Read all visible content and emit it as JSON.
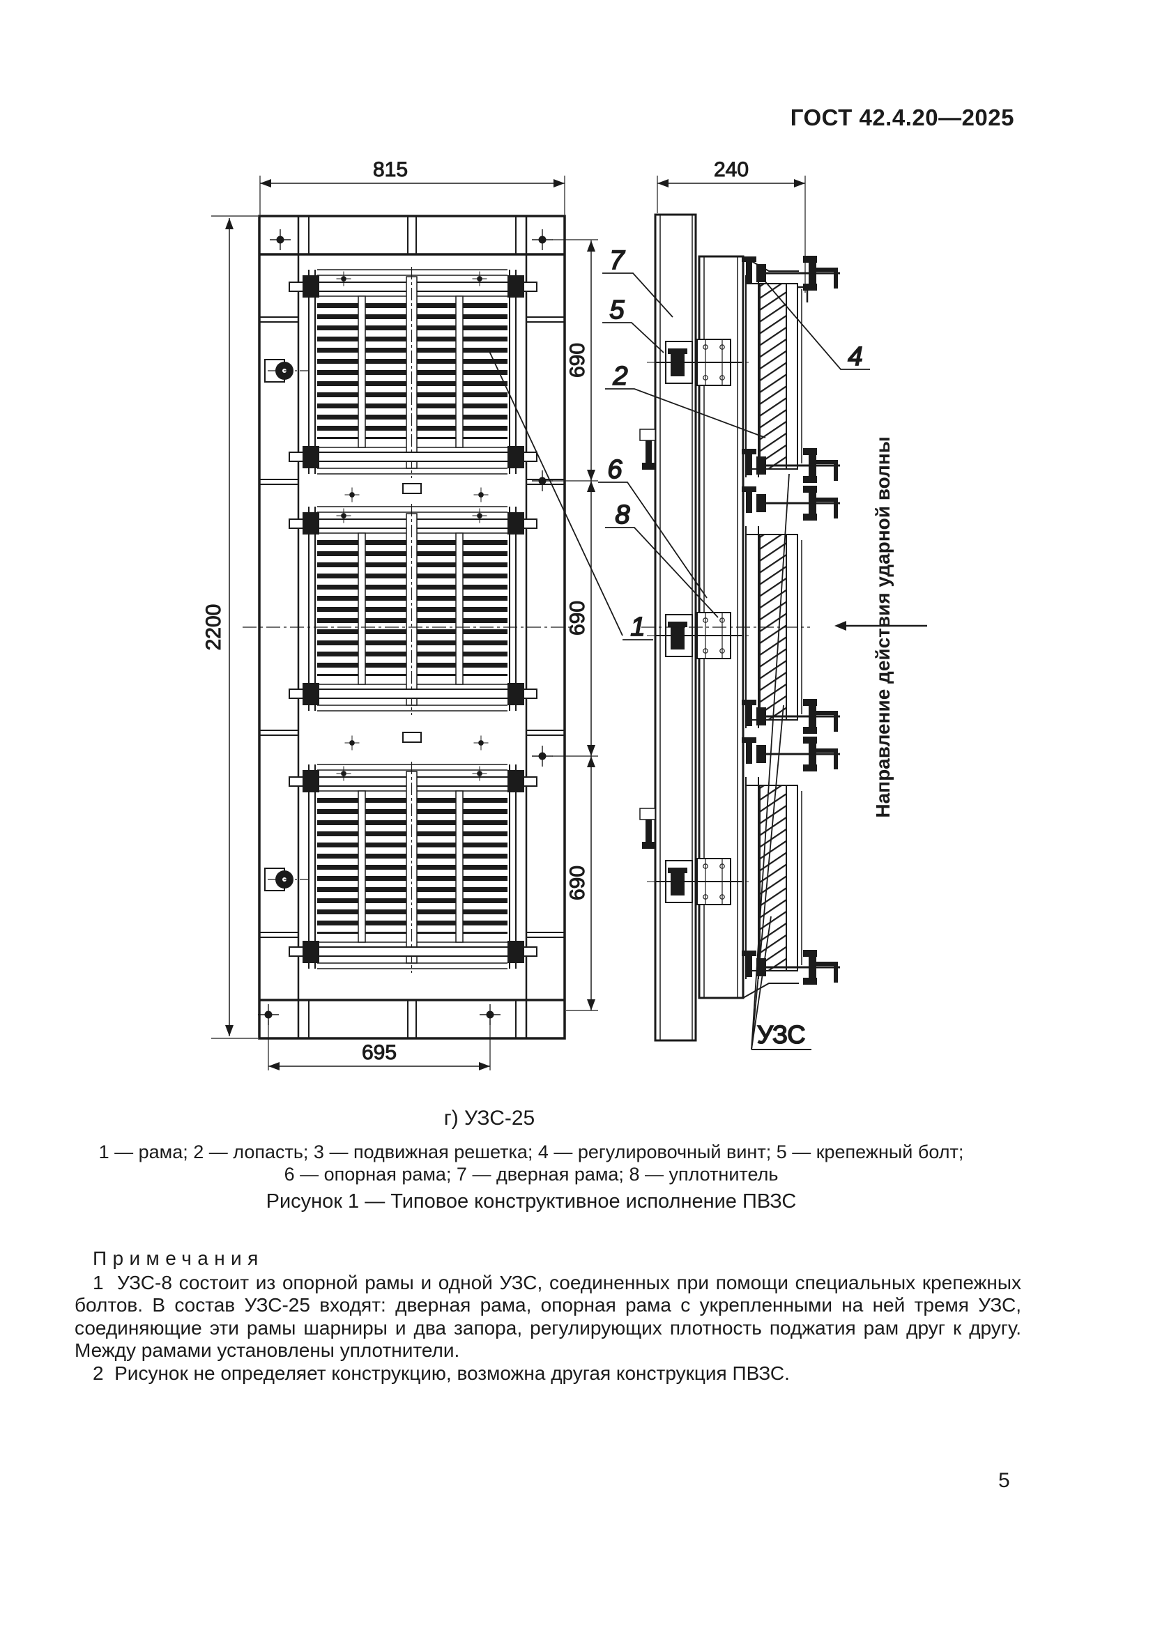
{
  "page": {
    "header": "ГОСТ 42.4.20—2025",
    "page_number": "5"
  },
  "drawing": {
    "dims": {
      "width_top": "815",
      "depth": "240",
      "height": "2200",
      "segment": "690",
      "bottom_span": "695"
    },
    "callouts": {
      "n1": "1",
      "n2": "2",
      "n4": "4",
      "n5": "5",
      "n6": "6",
      "n7": "7",
      "n8": "8"
    },
    "uzs_label": "УЗС",
    "direction_text": "Направление действия ударной волны"
  },
  "caption": {
    "variant": "г) УЗС-25",
    "legend_line1": "1 — рама; 2 — лопасть; 3 — подвижная решетка; 4 — регулировочный винт; 5 — крепежный болт;",
    "legend_line2": "6 — опорная рама; 7 — дверная рама; 8 — уплотнитель",
    "figure_title": "Рисунок 1 — Типовое конструктивное исполнение ПВЗС"
  },
  "notes": {
    "title": "Примечания",
    "item1": "1  УЗС-8 состоит из опорной рамы и одной УЗС, соединенных при помощи специальных крепежных болтов. В состав УЗС-25 входят: дверная рама, опорная рама с укрепленными на ней тремя УЗС, соединяющие эти рамы шарниры и два запора, регулирующих плотность поджатия рам друг к другу. Между рамами установлены уплотнители.",
    "item2": "2  Рисунок не определяет конструкцию, возможна другая конструкция ПВЗС."
  }
}
